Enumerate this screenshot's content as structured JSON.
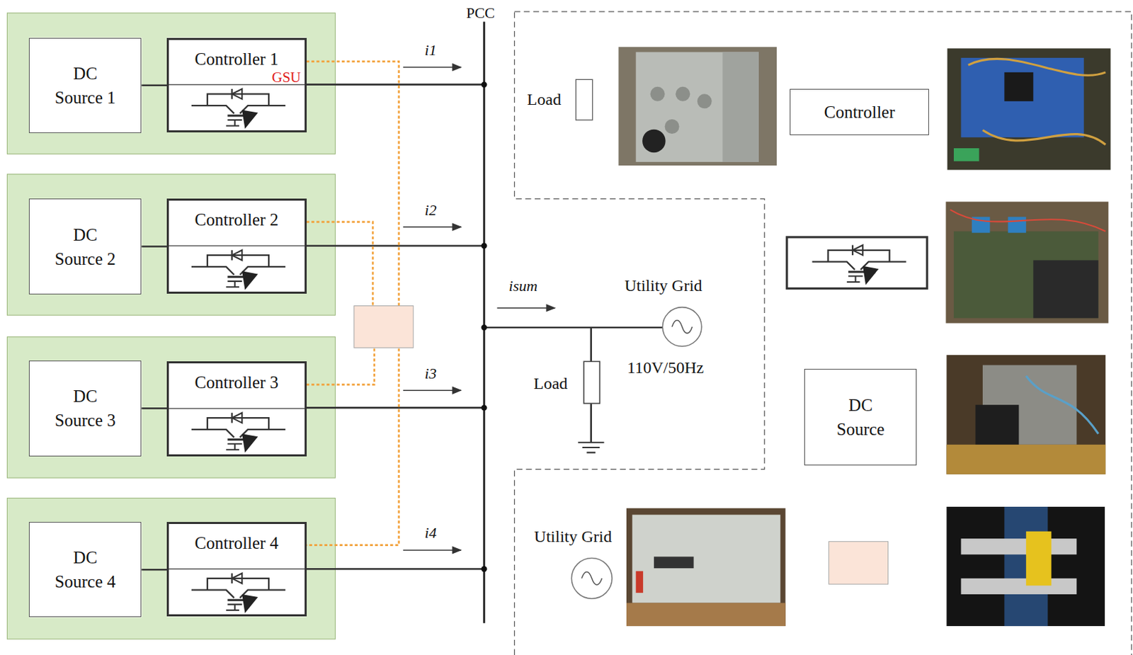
{
  "diagram": {
    "nodes": [
      {
        "text": [
          "DC Source 1"
        ]
      },
      {
        "text": [
          "Controller 1",
          "GSU"
        ]
      },
      {
        "text": [
          "DC Source 2"
        ]
      },
      {
        "text": [
          "Controller 2"
        ]
      },
      {
        "text": [
          "DC Source 3"
        ]
      },
      {
        "text": [
          "Controller 3"
        ]
      },
      {
        "text": [
          "DC Source 4"
        ]
      },
      {
        "text": [
          "Controller 4"
        ]
      },
      {
        "text": [
          "Controller"
        ]
      },
      {
        "text": [
          "DC Source"
        ]
      }
    ],
    "edges": [
      {
        "from": 0,
        "to": 1,
        "arrow": "none"
      },
      {
        "from": 2,
        "to": 3,
        "arrow": "none"
      },
      {
        "from": 4,
        "to": 5,
        "arrow": "none"
      },
      {
        "from": 6,
        "to": 7,
        "arrow": "none"
      }
    ],
    "labels": [
      "PCC",
      "i1",
      "Load",
      "i2",
      "isum",
      "Utility Grid",
      "Load",
      "110V/50Hz",
      "i3",
      "i4",
      "Utility Grid"
    ]
  }
}
